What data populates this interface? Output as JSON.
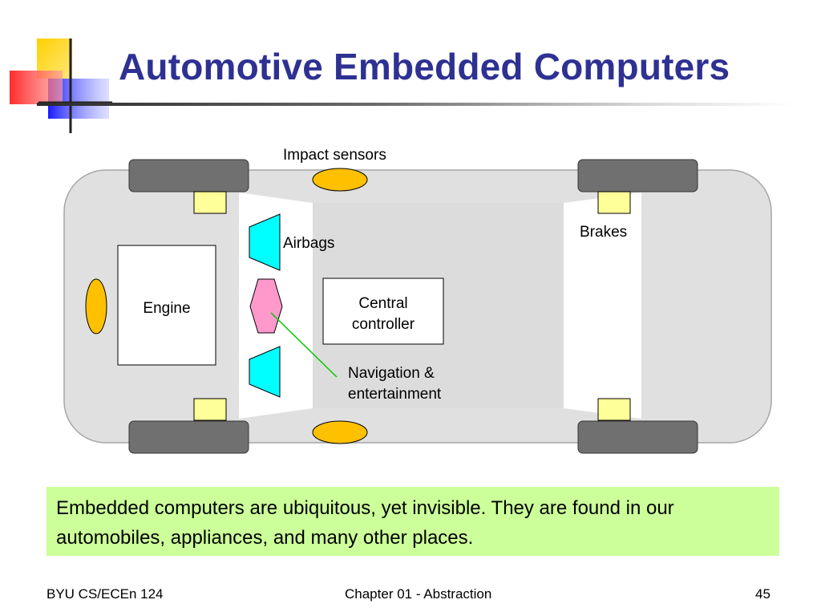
{
  "slide": {
    "title": "Automotive Embedded Computers",
    "caption": "Embedded computers are ubiquitous, yet invisible. They are found in our automobiles, appliances, and many other places.",
    "footer_left": "BYU CS/ECEn 124",
    "footer_center": "Chapter 01 - Abstraction",
    "footer_right": "45"
  },
  "diagram": {
    "labels": {
      "impact_sensors": "Impact sensors",
      "brakes": "Brakes",
      "airbags": "Airbags",
      "engine": "Engine",
      "central_controller": "Central\ncontroller",
      "navigation": "Navigation &\nentertainment"
    }
  },
  "colors": {
    "title": "#2e3192",
    "caption_bg": "#ccff99",
    "car_body": "#e0e0e0",
    "wheel": "#707070",
    "brake": "#ffff99",
    "sensor": "#ffc000",
    "airbag": "#00ffff",
    "nav": "#ff99cc",
    "nav_line": "#00cc00"
  }
}
